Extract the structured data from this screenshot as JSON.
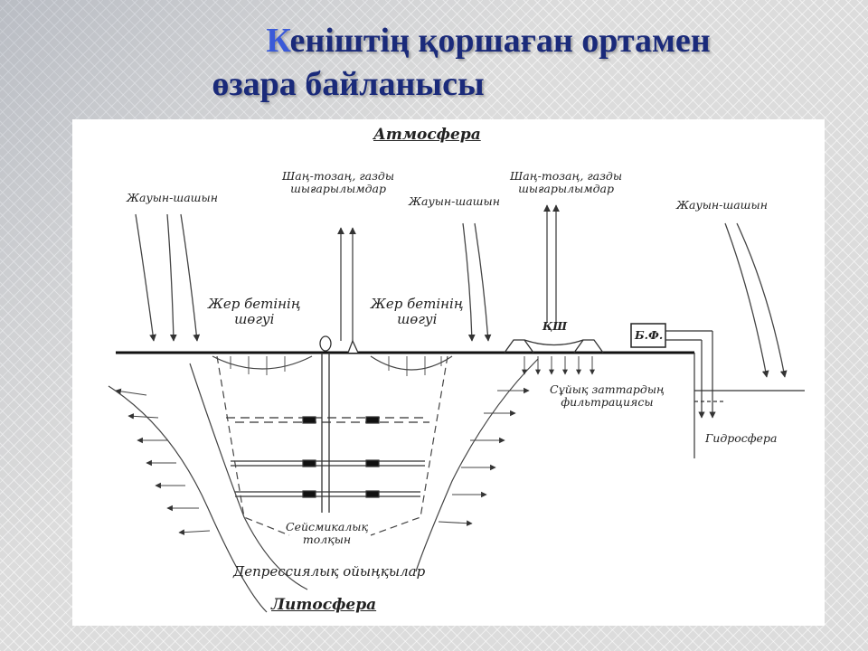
{
  "title": {
    "line1_first": "К",
    "line1_rest": "еніштің қоршаған ортамен",
    "line2": "өзара байланысы"
  },
  "labels": {
    "atmosphere": "Атмосфера",
    "dust_gas_1_l1": "Шаң-тозаң, газды",
    "dust_gas_1_l2": "шығарылымдар",
    "dust_gas_2_l1": "Шаң-тозаң, газды",
    "dust_gas_2_l2": "шығарылымдар",
    "rain_1": "Жауын-шашын",
    "rain_2": "Жауын-шашын",
    "rain_3": "Жауын-шашын",
    "subsidence_1_l1": "Жер бетінің",
    "subsidence_1_l2": "шөгуі",
    "subsidence_2_l1": "Жер бетінің",
    "subsidence_2_l2": "шөгуі",
    "ksh": "ҚШ",
    "bf": "Б.Ф.",
    "filtration_l1": "Сұйық заттардың",
    "filtration_l2": "фильтрациясы",
    "hydrosphere": "Гидросфера",
    "seismic_l1": "Сейсмикалық",
    "seismic_l2": "толқын",
    "depressions": "Депрессиялық ойыңқылар",
    "lithosphere": "Литосфера"
  }
}
